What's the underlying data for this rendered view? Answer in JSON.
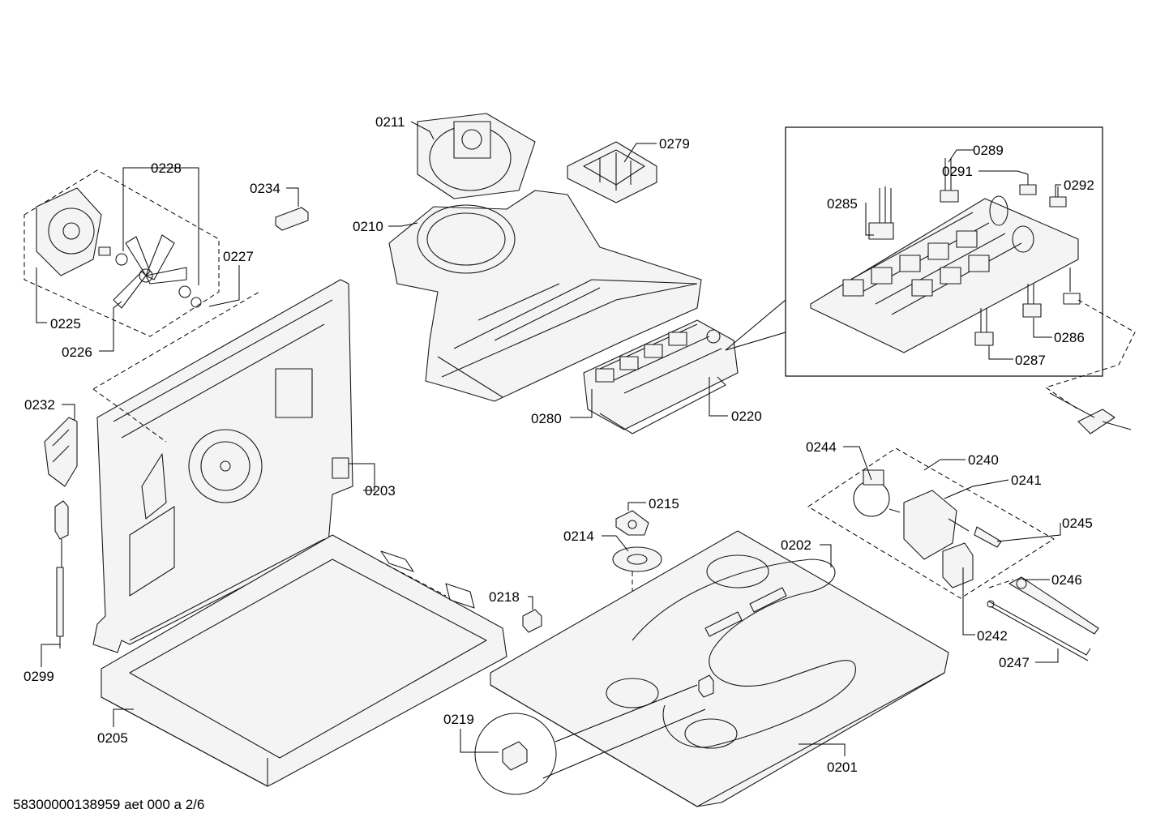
{
  "document_id": "58300000138959 aet 000 a 2/6",
  "labels": {
    "p0211": "0211",
    "p0279": "0279",
    "p0228": "0228",
    "p0234": "0234",
    "p0210": "0210",
    "p0227": "0227",
    "p0225": "0225",
    "p0226": "0226",
    "p0289": "0289",
    "p0291": "0291",
    "p0292": "0292",
    "p0285": "0285",
    "p0286": "0286",
    "p0287": "0287",
    "p0280": "0280",
    "p0220": "0220",
    "p0232": "0232",
    "p0203": "0203",
    "p0244": "0244",
    "p0240": "0240",
    "p0241": "0241",
    "p0215": "0215",
    "p0214": "0214",
    "p0202": "0202",
    "p0245": "0245",
    "p0218": "0218",
    "p0246": "0246",
    "p0242": "0242",
    "p0247": "0247",
    "p0299": "0299",
    "p0205": "0205",
    "p0219": "0219",
    "p0201": "0201"
  }
}
